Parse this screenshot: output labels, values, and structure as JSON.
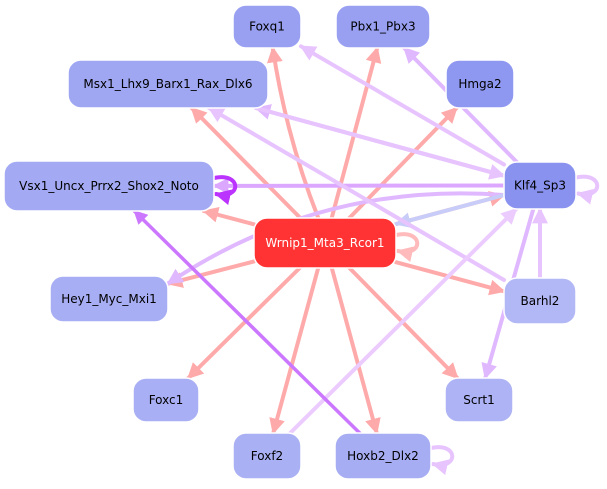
{
  "diagram": {
    "type": "network",
    "nodes": [
      {
        "id": "Foxq1",
        "label": "Foxq1",
        "color": "#99a0f2",
        "text_color": "#000000"
      },
      {
        "id": "Pbx1_Pbx3",
        "label": "Pbx1_Pbx3",
        "color": "#99a0f2",
        "text_color": "#000000"
      },
      {
        "id": "Msx1_Lhx9_Barx1_Rax_Dlx6",
        "label": "Msx1_Lhx9_Barx1_Rax_Dlx6",
        "color": "#9fa6f2",
        "text_color": "#000000"
      },
      {
        "id": "Hmga2",
        "label": "Hmga2",
        "color": "#8f98f0",
        "text_color": "#000000"
      },
      {
        "id": "Vsx1_Uncx_Prrx2_Shox2_Noto",
        "label": "Vsx1_Uncx_Prrx2_Shox2_Noto",
        "color": "#a3aaf3",
        "text_color": "#000000"
      },
      {
        "id": "Klf4_Sp3",
        "label": "Klf4_Sp3",
        "color": "#8a92f0",
        "text_color": "#000000"
      },
      {
        "id": "Wrnip1_Mta3_Rcor1",
        "label": "Wrnip1_Mta3_Rcor1",
        "color": "#ff3333",
        "text_color": "#ffffff"
      },
      {
        "id": "Hey1_Myc_Mxi1",
        "label": "Hey1_Myc_Mxi1",
        "color": "#a8aef4",
        "text_color": "#000000"
      },
      {
        "id": "Barhl2",
        "label": "Barhl2",
        "color": "#b2b7f5",
        "text_color": "#000000"
      },
      {
        "id": "Foxc1",
        "label": "Foxc1",
        "color": "#a9aff4",
        "text_color": "#000000"
      },
      {
        "id": "Scrt1",
        "label": "Scrt1",
        "color": "#adb3f4",
        "text_color": "#000000"
      },
      {
        "id": "Foxf2",
        "label": "Foxf2",
        "color": "#aab0f4",
        "text_color": "#000000"
      },
      {
        "id": "Hoxb2_Dlx2",
        "label": "Hoxb2_Dlx2",
        "color": "#a6adf3",
        "text_color": "#000000"
      }
    ],
    "edges": [
      {
        "source": "Wrnip1_Mta3_Rcor1",
        "target": "Foxq1",
        "color": "#ffaaaa"
      },
      {
        "source": "Wrnip1_Mta3_Rcor1",
        "target": "Pbx1_Pbx3",
        "color": "#ffaaaa"
      },
      {
        "source": "Wrnip1_Mta3_Rcor1",
        "target": "Msx1_Lhx9_Barx1_Rax_Dlx6",
        "color": "#ffaaaa"
      },
      {
        "source": "Wrnip1_Mta3_Rcor1",
        "target": "Hmga2",
        "color": "#ffaaaa"
      },
      {
        "source": "Wrnip1_Mta3_Rcor1",
        "target": "Vsx1_Uncx_Prrx2_Shox2_Noto",
        "color": "#ffaaaa"
      },
      {
        "source": "Wrnip1_Mta3_Rcor1",
        "target": "Klf4_Sp3",
        "color": "#ffaaaa"
      },
      {
        "source": "Wrnip1_Mta3_Rcor1",
        "target": "Hey1_Myc_Mxi1",
        "color": "#ffaaaa"
      },
      {
        "source": "Wrnip1_Mta3_Rcor1",
        "target": "Barhl2",
        "color": "#ffaaaa"
      },
      {
        "source": "Wrnip1_Mta3_Rcor1",
        "target": "Foxc1",
        "color": "#ffaaaa"
      },
      {
        "source": "Wrnip1_Mta3_Rcor1",
        "target": "Scrt1",
        "color": "#ffaaaa"
      },
      {
        "source": "Wrnip1_Mta3_Rcor1",
        "target": "Foxf2",
        "color": "#ffaaaa"
      },
      {
        "source": "Wrnip1_Mta3_Rcor1",
        "target": "Hoxb2_Dlx2",
        "color": "#ffaaaa"
      },
      {
        "source": "Wrnip1_Mta3_Rcor1",
        "target": "Wrnip1_Mta3_Rcor1",
        "color": "#ffbbbb"
      },
      {
        "source": "Klf4_Sp3",
        "target": "Foxq1",
        "color": "#e8c4ff"
      },
      {
        "source": "Klf4_Sp3",
        "target": "Pbx1_Pbx3",
        "color": "#e0b8ff"
      },
      {
        "source": "Klf4_Sp3",
        "target": "Msx1_Lhx9_Barx1_Rax_Dlx6",
        "color": "#e0b8ff"
      },
      {
        "source": "Klf4_Sp3",
        "target": "Vsx1_Uncx_Prrx2_Shox2_Noto",
        "color": "#dca8ff"
      },
      {
        "source": "Klf4_Sp3",
        "target": "Hey1_Myc_Mxi1",
        "color": "#e0b8ff"
      },
      {
        "source": "Klf4_Sp3",
        "target": "Wrnip1_Mta3_Rcor1",
        "color": "#c8ccf8"
      },
      {
        "source": "Klf4_Sp3",
        "target": "Scrt1",
        "color": "#e0b8ff"
      },
      {
        "source": "Klf4_Sp3",
        "target": "Klf4_Sp3",
        "color": "#e8c4ff"
      },
      {
        "source": "Msx1_Lhx9_Barx1_Rax_Dlx6",
        "target": "Klf4_Sp3",
        "color": "#e8c4ff"
      },
      {
        "source": "Barhl2",
        "target": "Msx1_Lhx9_Barx1_Rax_Dlx6",
        "color": "#e8c4ff"
      },
      {
        "source": "Barhl2",
        "target": "Klf4_Sp3",
        "color": "#e8c4ff"
      },
      {
        "source": "Foxf2",
        "target": "Klf4_Sp3",
        "color": "#ecccff"
      },
      {
        "source": "Hoxb2_Dlx2",
        "target": "Vsx1_Uncx_Prrx2_Shox2_Noto",
        "color": "#cc77ff"
      },
      {
        "source": "Hoxb2_Dlx2",
        "target": "Hoxb2_Dlx2",
        "color": "#e8c4ff"
      },
      {
        "source": "Vsx1_Uncx_Prrx2_Shox2_Noto",
        "target": "Vsx1_Uncx_Prrx2_Shox2_Noto",
        "color": "#bb33ff"
      }
    ]
  }
}
